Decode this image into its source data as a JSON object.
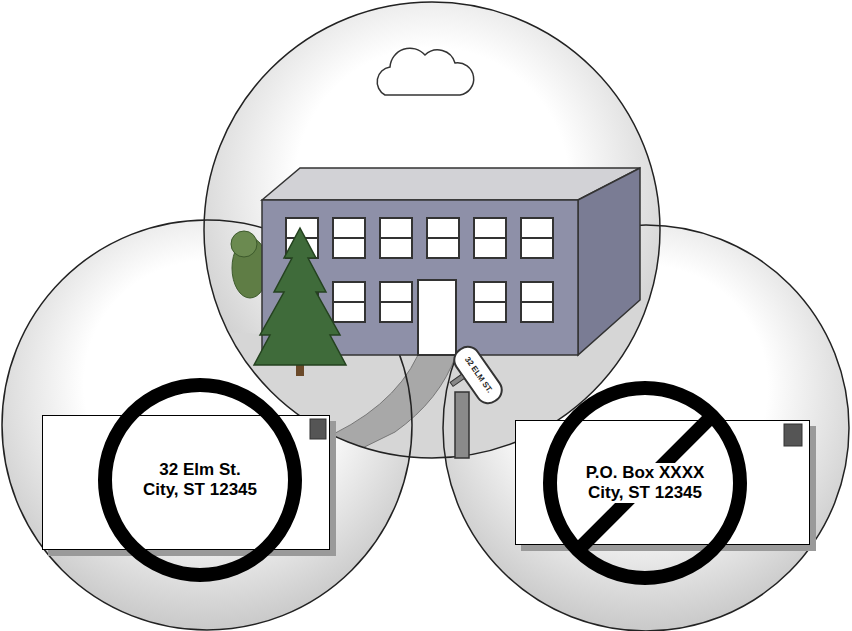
{
  "diagram": {
    "nodes": [
      {
        "text": [
          "32 Elm St. City, ST 12345"
        ]
      },
      {
        "text": [
          "P.O. Box XXXX City, ST 12345"
        ]
      }
    ],
    "labels": [
      "32 ELM ST."
    ]
  }
}
